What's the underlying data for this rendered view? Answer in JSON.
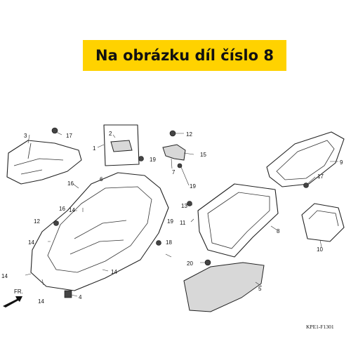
{
  "banner": {
    "text": "Na obrázku díl číslo 8",
    "color": "#ffd200"
  },
  "callouts": [
    "1",
    "2",
    "3",
    "4",
    "5",
    "6",
    "7",
    "8",
    "9",
    "10",
    "11",
    "12",
    "12",
    "13",
    "14",
    "14",
    "14",
    "14",
    "15",
    "16",
    "16",
    "17",
    "17",
    "18",
    "19",
    "19",
    "20"
  ],
  "front_arrow": "FR.",
  "diagram_code": "KPE1-F1301"
}
